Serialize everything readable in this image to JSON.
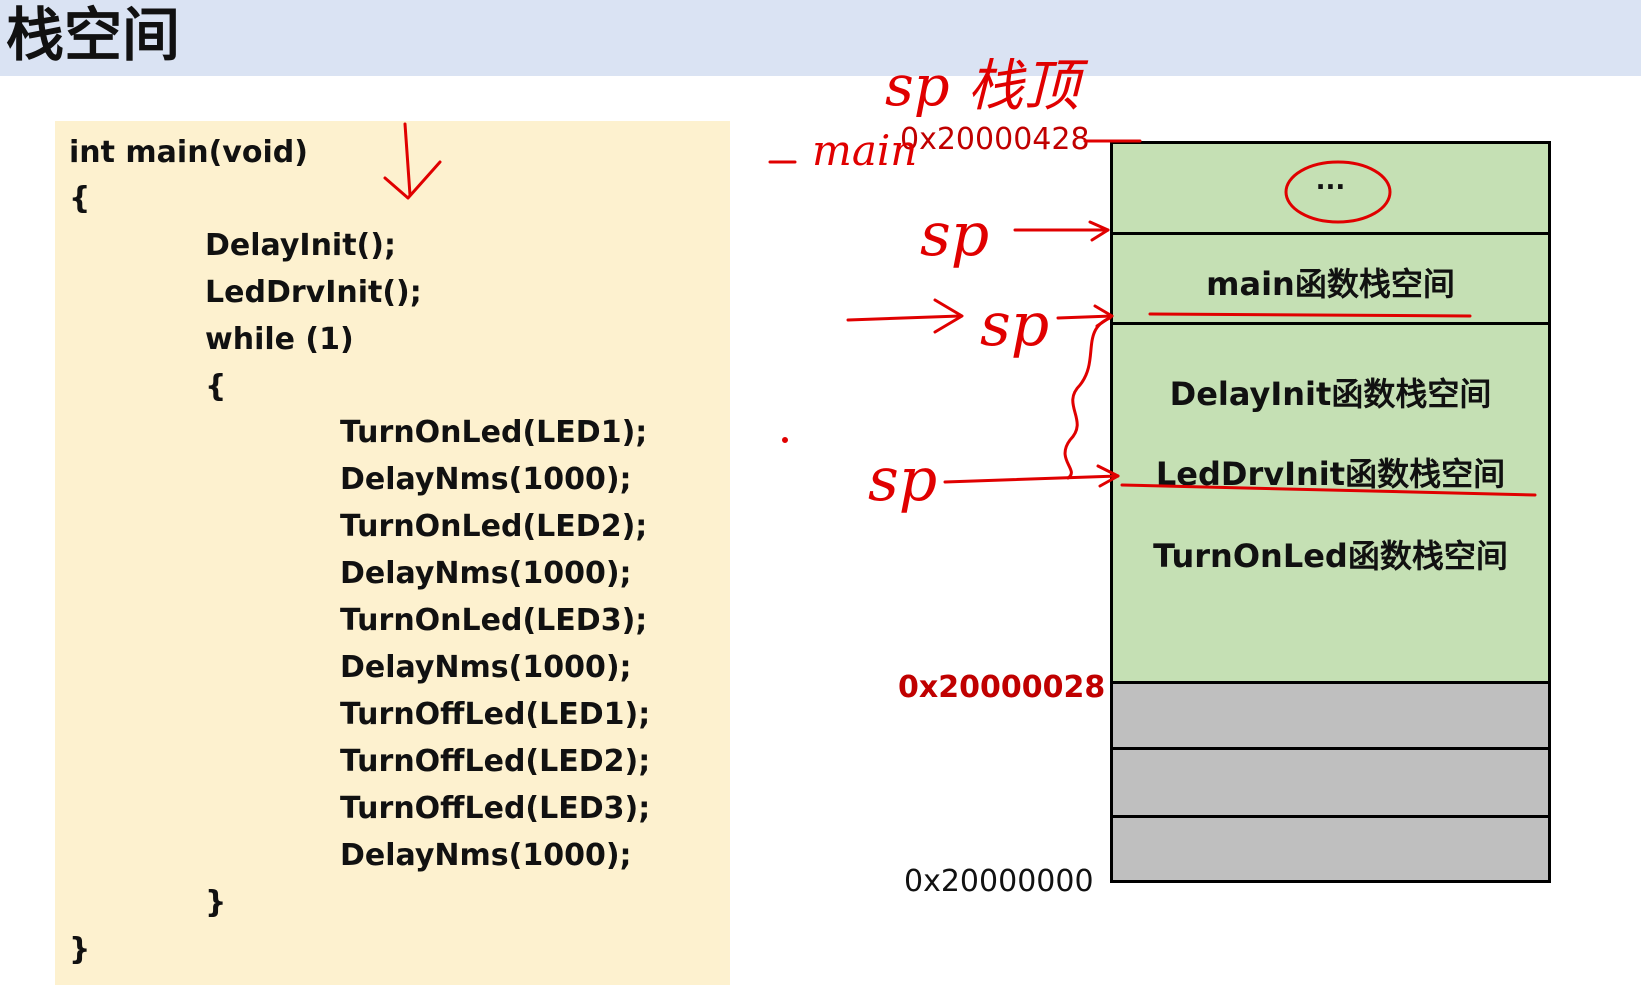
{
  "header": {
    "title": "栈空间"
  },
  "code": {
    "lines": [
      "int main(void)",
      "{",
      "DelayInit();",
      "LedDrvInit();",
      "while (1)",
      "{",
      "TurnOnLed(LED1);",
      "DelayNms(1000);",
      "TurnOnLed(LED2);",
      "DelayNms(1000);",
      "TurnOnLed(LED3);",
      "DelayNms(1000);",
      "TurnOffLed(LED1);",
      "TurnOffLed(LED2);",
      "TurnOffLed(LED3);",
      "DelayNms(1000);",
      "}",
      "}"
    ]
  },
  "addresses": {
    "top": "0x20000428",
    "mid": "0x20000028",
    "bottom": "0x20000000"
  },
  "stack": {
    "cells": [
      "...",
      "main函数栈空间",
      "DelayInit函数栈空间",
      "LedDrvInit函数栈空间",
      "TurnOnLed函数栈空间"
    ]
  },
  "annotations": {
    "sp_top": "sp 栈顶",
    "main": "main",
    "sp1": "sp",
    "sp2": "sp",
    "sp3": "sp"
  },
  "colors": {
    "header_bg": "#dae3f3",
    "code_bg": "#fdf1cf",
    "stack_green": "#c5e0b4",
    "stack_gray": "#bfbfbf",
    "annotation_red": "#e00000",
    "address_red": "#c00000"
  }
}
